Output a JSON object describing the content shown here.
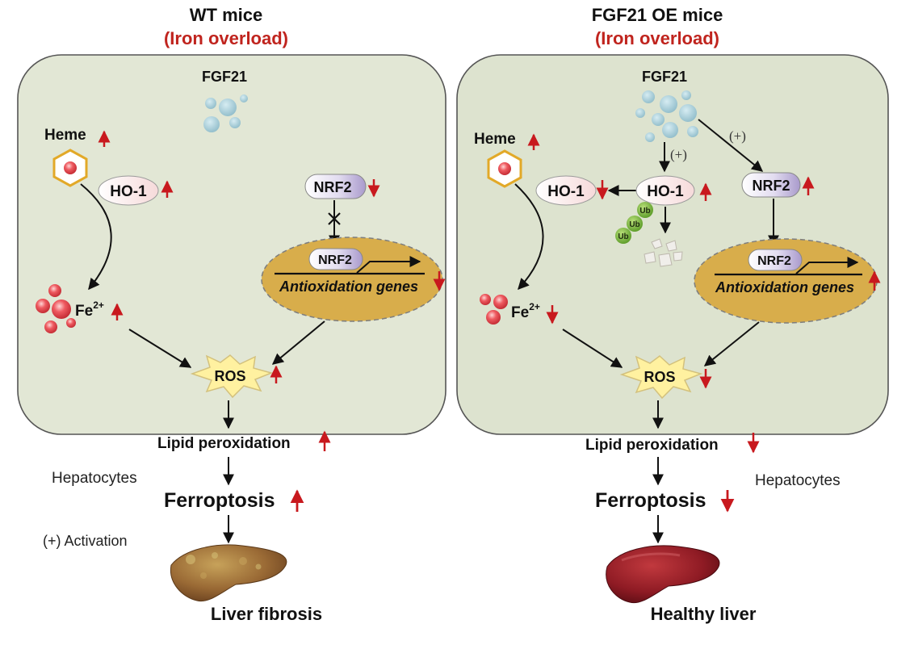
{
  "left_panel": {
    "title": "WT mice",
    "subtitle": "(Iron overload)",
    "fgf21": "FGF21",
    "heme": "Heme",
    "ho1": "HO-1",
    "nrf2": "NRF2",
    "nrf2_nuclear": "NRF2",
    "antioxidation": "Antioxidation genes",
    "fe_base": "Fe",
    "fe_sup": "2+",
    "ros": "ROS",
    "lipid": "Lipid peroxidation",
    "hepatocytes": "Hepatocytes",
    "ferroptosis": "Ferroptosis",
    "legend": "(+) Activation",
    "outcome": "Liver fibrosis"
  },
  "right_panel": {
    "title": "FGF21 OE mice",
    "subtitle": "(Iron overload)",
    "fgf21": "FGF21",
    "plus_ho1": "(+)",
    "plus_nrf2": "(+)",
    "heme": "Heme",
    "ho1_left": "HO-1",
    "ho1_center": "HO-1",
    "ub": "Ub",
    "nrf2": "NRF2",
    "nrf2_nuclear": "NRF2",
    "antioxidation": "Antioxidation genes",
    "fe_base": "Fe",
    "fe_sup": "2+",
    "ros": "ROS",
    "lipid": "Lipid peroxidation",
    "hepatocytes": "Hepatocytes",
    "ferroptosis": "Ferroptosis",
    "outcome": "Healthy liver"
  },
  "colors": {
    "cell_fill_left": "#e2e7d5",
    "cell_fill_right": "#dde3cf",
    "nucleus": "#d8ad4b",
    "arrow_red": "#c8191e",
    "subtitle_red": "#c0241e",
    "fgf21_dots": "#a8cbd6",
    "iron": "#e0454d",
    "heme_ring": "#e2a928",
    "ub": "#7ab83c",
    "ros_star": "#fff1a0"
  }
}
